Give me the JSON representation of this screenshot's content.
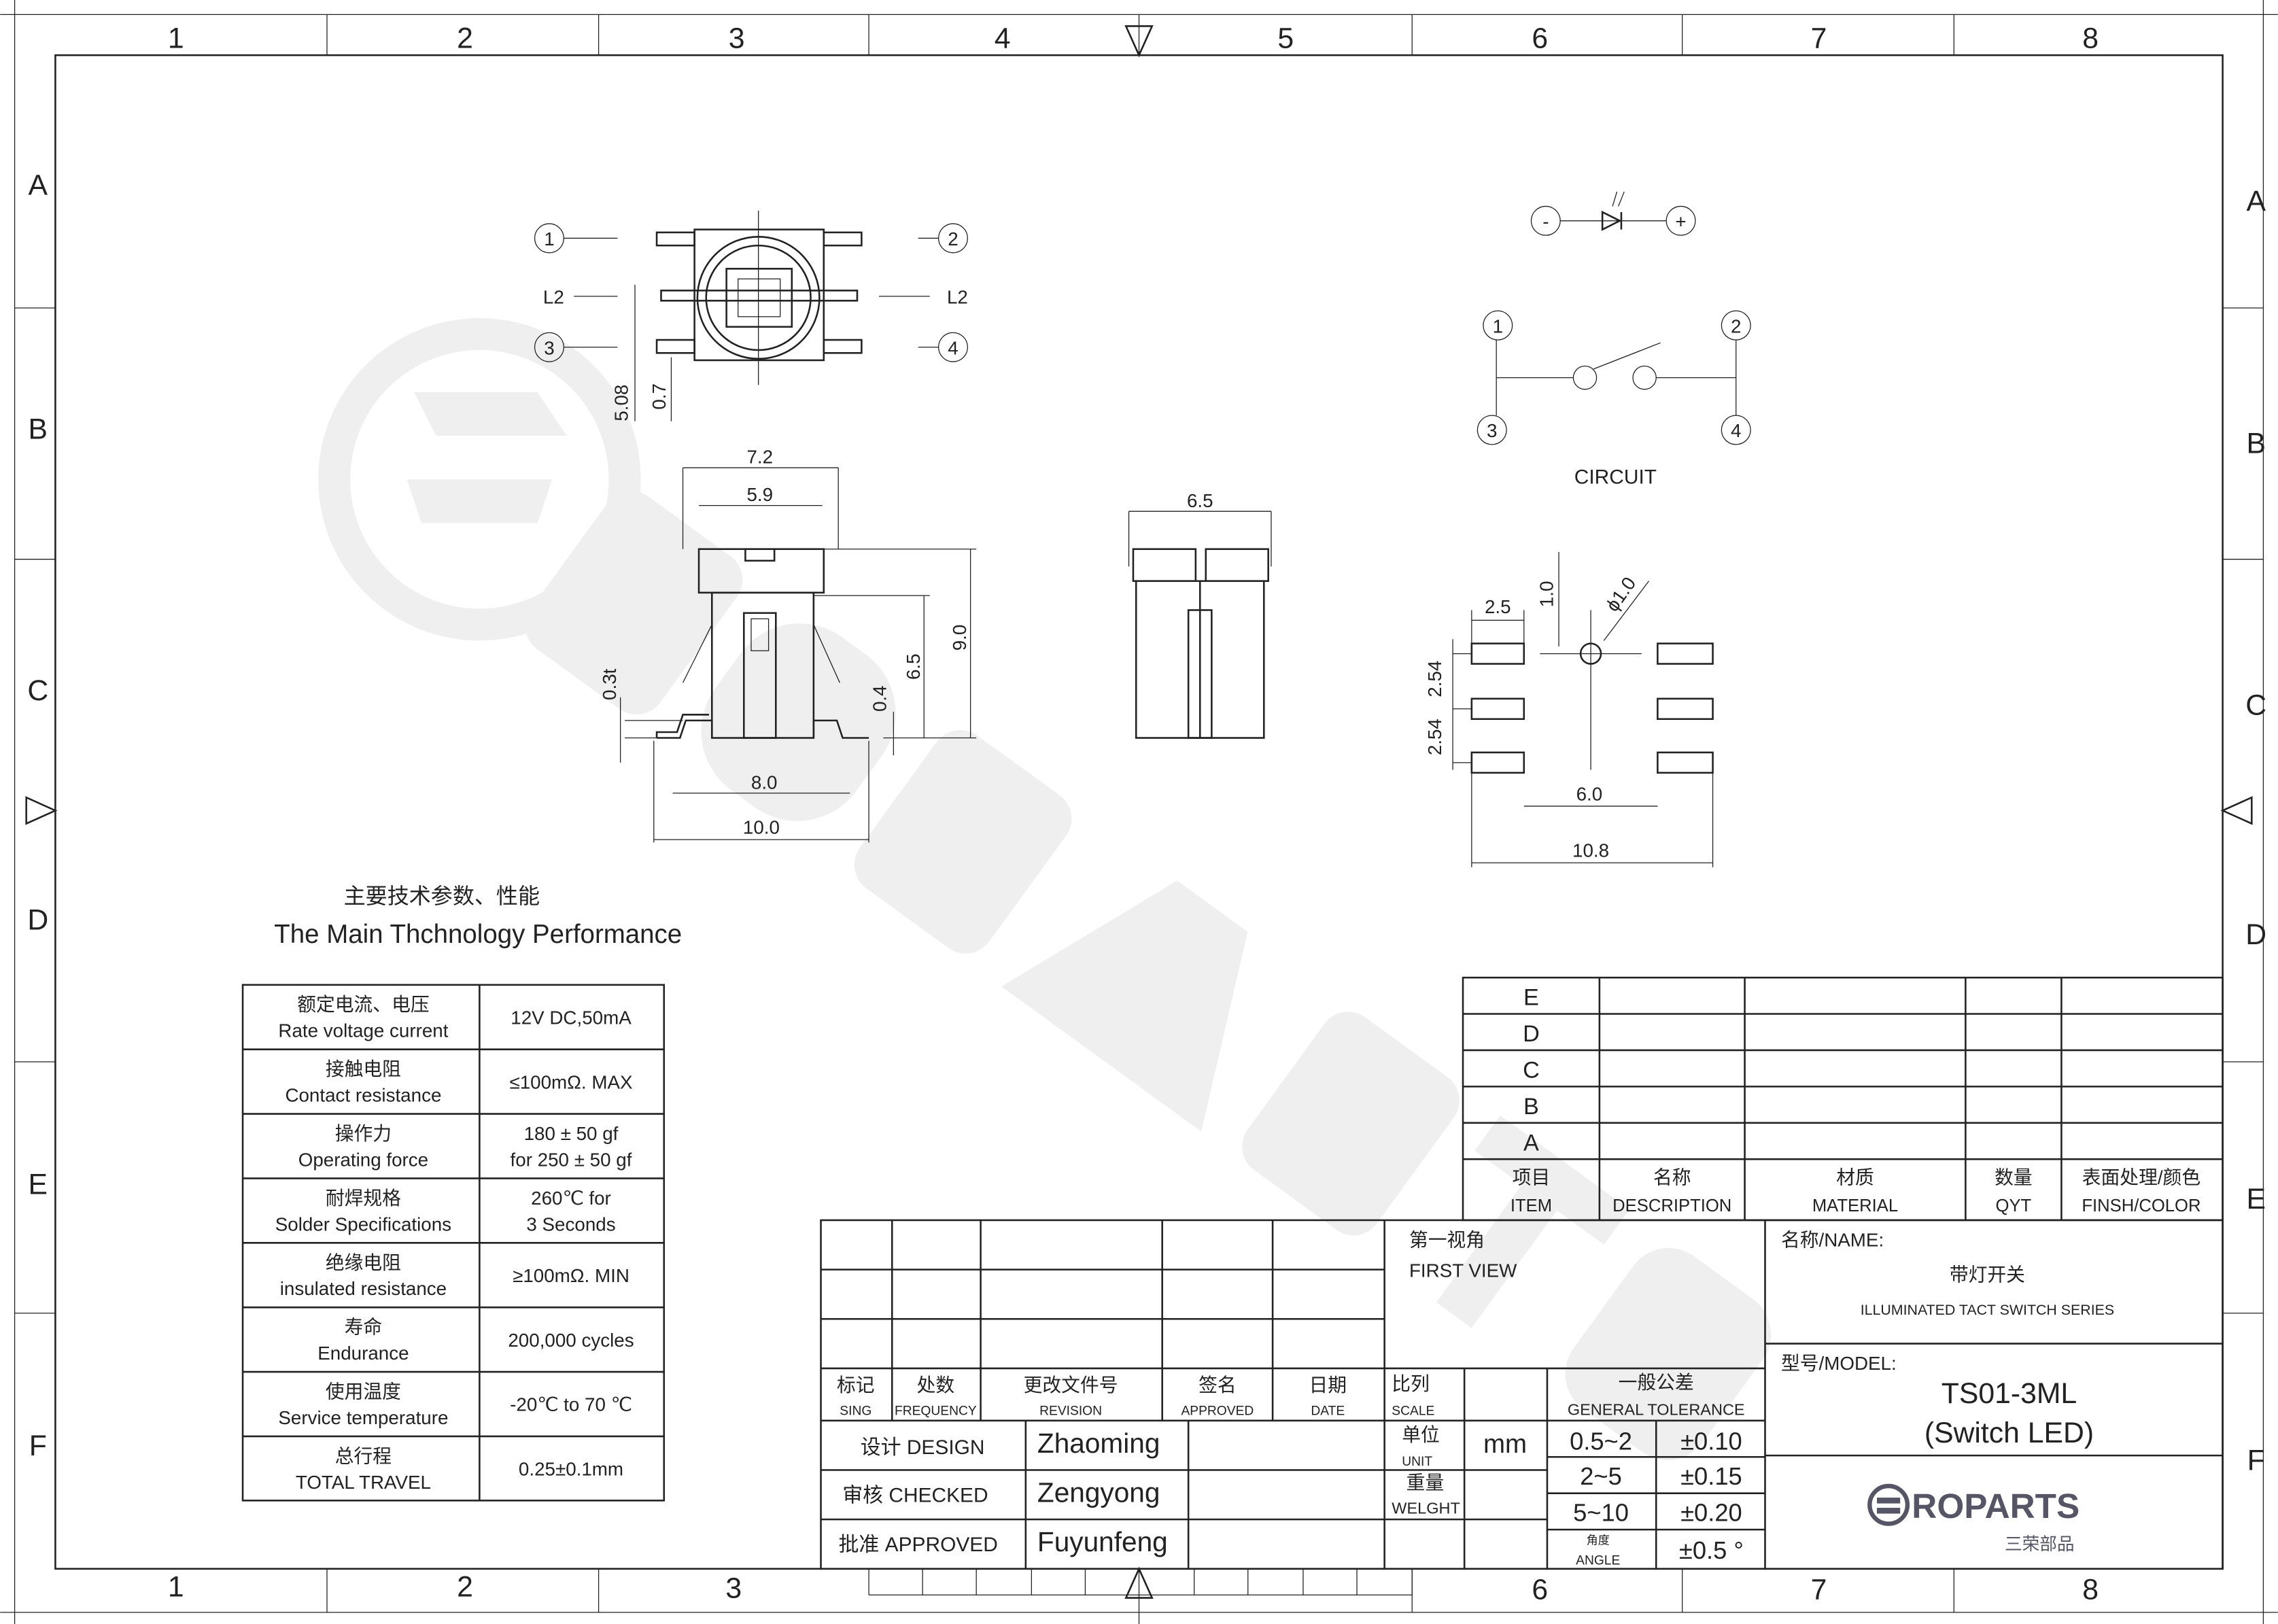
{
  "frame": {
    "cols": [
      "1",
      "2",
      "3",
      "4",
      "5",
      "6",
      "7",
      "8"
    ],
    "rows": [
      "A",
      "B",
      "C",
      "D",
      "E",
      "F"
    ]
  },
  "watermark": "ROPARTS",
  "top_view": {
    "pins": [
      "1",
      "2",
      "3",
      "4"
    ],
    "l2": "L2",
    "dims": [
      "5.08",
      "0.7"
    ]
  },
  "front_view": {
    "dims": [
      "7.2",
      "5.9",
      "9.0",
      "6.5",
      "0.4",
      "0.3t",
      "8.0",
      "10.0"
    ]
  },
  "side_view": {
    "dims": [
      "6.5"
    ]
  },
  "led_symbol": {
    "minus": "-",
    "plus": "+"
  },
  "circuit": {
    "pins": [
      "1",
      "2",
      "3",
      "4"
    ],
    "label": "CIRCUIT"
  },
  "pcb_layout": {
    "dims": [
      "2.5",
      "1.0",
      "ϕ1.0",
      "2.54",
      "2.54",
      "6.0",
      "10.8"
    ]
  },
  "specs": {
    "title_cn": "主要技术参数、性能",
    "title_en": "The Main Thchnology Performance",
    "rows": [
      {
        "cn": "额定电流、电压",
        "en": "Rate voltage current",
        "v1": "12V DC,50mA",
        "v2": ""
      },
      {
        "cn": "接触电阻",
        "en": "Contact resistance",
        "v1": "≤100mΩ. MAX",
        "v2": ""
      },
      {
        "cn": "操作力",
        "en": "Operating  force",
        "v1": "180 ± 50 gf",
        "v2": "for 250 ± 50 gf"
      },
      {
        "cn": "耐焊规格",
        "en": "Solder Specifications",
        "v1": "260℃ for",
        "v2": "3 Seconds"
      },
      {
        "cn": "绝缘电阻",
        "en": "insulated resistance",
        "v1": "≥100mΩ. MIN",
        "v2": ""
      },
      {
        "cn": "寿命",
        "en": "Endurance",
        "v1": "200,000 cycles",
        "v2": ""
      },
      {
        "cn": "使用温度",
        "en": "Service temperature",
        "v1": "-20℃ to 70 ℃",
        "v2": ""
      },
      {
        "cn": "总行程",
        "en": "TOTAL TRAVEL",
        "v1": "0.25±0.1mm",
        "v2": ""
      }
    ]
  },
  "bom": {
    "rows": [
      "E",
      "D",
      "C",
      "B",
      "A"
    ],
    "headers": [
      {
        "cn": "项目",
        "en": "ITEM"
      },
      {
        "cn": "名称",
        "en": "DESCRIPTION"
      },
      {
        "cn": "材质",
        "en": "MATERIAL"
      },
      {
        "cn": "数量",
        "en": "QYT"
      },
      {
        "cn": "表面处理/颜色",
        "en": "FINSH/COLOR"
      }
    ]
  },
  "title_block": {
    "rev_headers": [
      {
        "cn": "标记",
        "en": "SING"
      },
      {
        "cn": "处数",
        "en": "FREQUENCY"
      },
      {
        "cn": "更改文件号",
        "en": "REVISION"
      },
      {
        "cn": "签名",
        "en": "APPROVED"
      },
      {
        "cn": "日期",
        "en": "DATE"
      }
    ],
    "first_view_cn": "第一视角",
    "first_view_en": "FIRST VIEW",
    "scale_cn": "比列",
    "scale_en": "SCALE",
    "tol_cn": "一般公差",
    "tol_en": "GENERAL TOLERANCE",
    "design_label": "设计 DESIGN",
    "design": "Zhaoming",
    "checked_label": "审核 CHECKED",
    "checked": "Zengyong",
    "approved_label": "批准 APPROVED",
    "approved": "Fuyunfeng",
    "unit_cn": "单位",
    "unit_en": "UNIT",
    "unit": "mm",
    "weight_cn": "重量",
    "weight_en": "WELGHT",
    "tolerances": [
      {
        "range": "0.5~2",
        "tol": "±0.10"
      },
      {
        "range": "2~5",
        "tol": "±0.15"
      },
      {
        "range": "5~10",
        "tol": "±0.20"
      }
    ],
    "angle_cn": "角度",
    "angle_en": "ANGLE",
    "angle_tol": "±0.5 °",
    "name_label": "名称/NAME:",
    "name_cn": "带灯开关",
    "name_en": "ILLUMINATED TACT SWITCH SERIES",
    "model_label": "型号/MODEL:",
    "model": "TS01-3ML",
    "model_sub": "(Switch LED)",
    "logo": "ROPARTS",
    "logo_cn": "三荣部品"
  }
}
